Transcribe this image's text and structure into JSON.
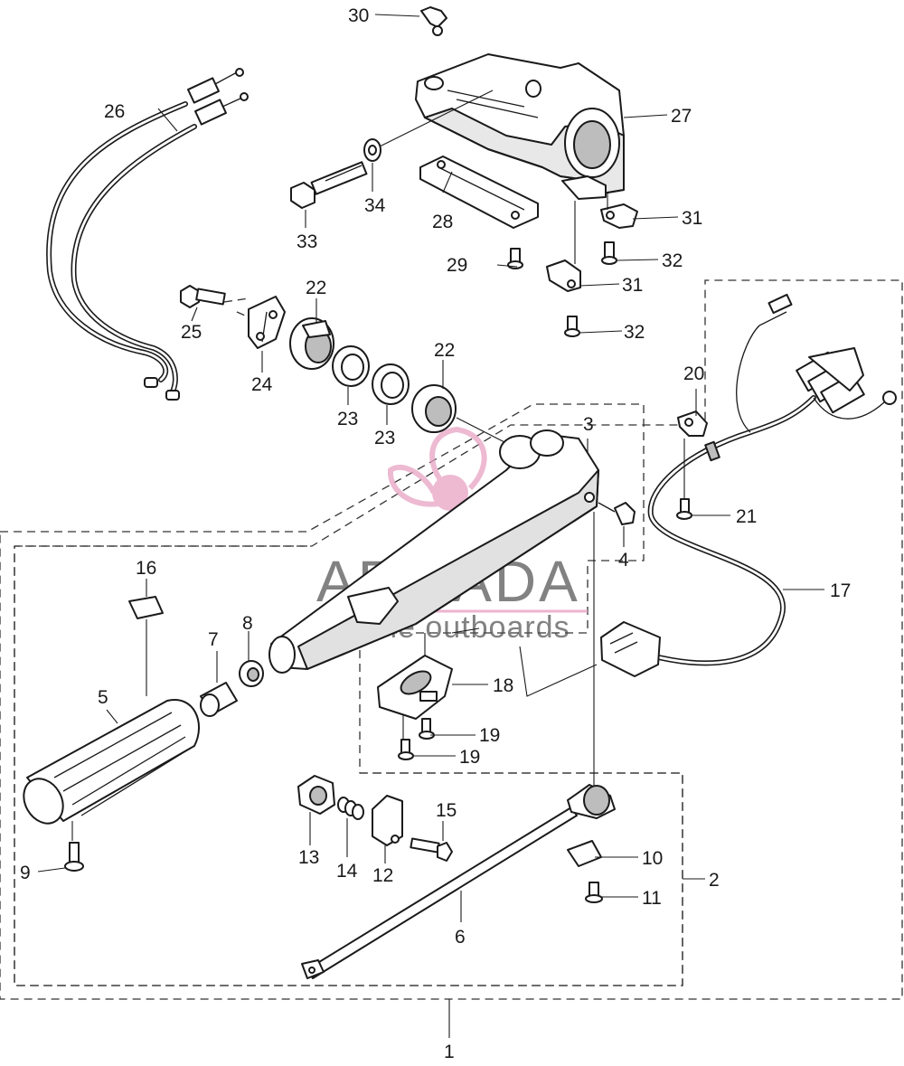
{
  "watermark": {
    "brand": "ARMADA",
    "tagline": "marine outboards",
    "accent_color": "#e8a3c4"
  },
  "callouts": {
    "p1": "1",
    "p2": "2",
    "p3": "3",
    "p4": "4",
    "p5": "5",
    "p6": "6",
    "p7": "7",
    "p8": "8",
    "p9": "9",
    "p10": "10",
    "p11": "11",
    "p12": "12",
    "p13": "13",
    "p14": "14",
    "p15": "15",
    "p16": "16",
    "p17": "17",
    "p18": "18",
    "p19a": "19",
    "p19b": "19",
    "p20": "20",
    "p21": "21",
    "p22a": "22",
    "p22b": "22",
    "p23a": "23",
    "p23b": "23",
    "p24": "24",
    "p25": "25",
    "p26": "26",
    "p27": "27",
    "p28": "28",
    "p29": "29",
    "p30": "30",
    "p31a": "31",
    "p31b": "31",
    "p32a": "32",
    "p32b": "32",
    "p33": "33",
    "p34": "34"
  }
}
